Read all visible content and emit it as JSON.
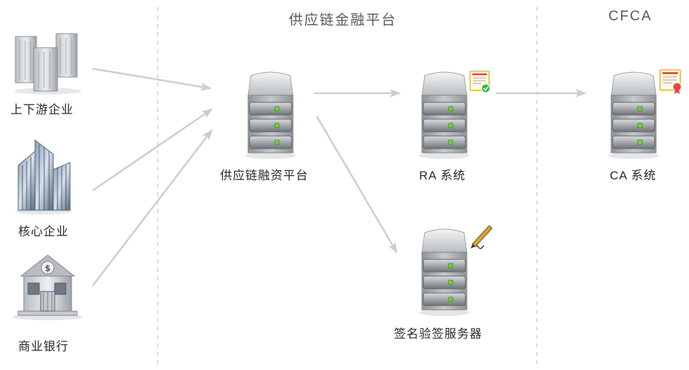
{
  "sections": {
    "platform_title": "供应链金融平台",
    "cfca_title": "CFCA"
  },
  "actors": {
    "enterprises": "上下游企业",
    "core_enterprise": "核心企业",
    "bank": "商业银行"
  },
  "nodes": {
    "finance_platform": "供应链融资平台",
    "ra_system": "RA 系统",
    "sign_server": "签名验签服务器",
    "ca_system": "CA 系统"
  },
  "icons": {
    "enterprises": "buildings-icon",
    "core_enterprise": "skyscraper-icon",
    "bank": "bank-icon",
    "server": "server-icon",
    "certificate": "certificate-icon",
    "pen": "pen-icon"
  },
  "colors": {
    "divider": "#cfcfcf",
    "arrow": "#cccccc",
    "server_body": "#9ea3a7",
    "server_led": "#6fd33a",
    "certificate_check": "#33b93a",
    "certificate_seal": "#e04a4a"
  }
}
